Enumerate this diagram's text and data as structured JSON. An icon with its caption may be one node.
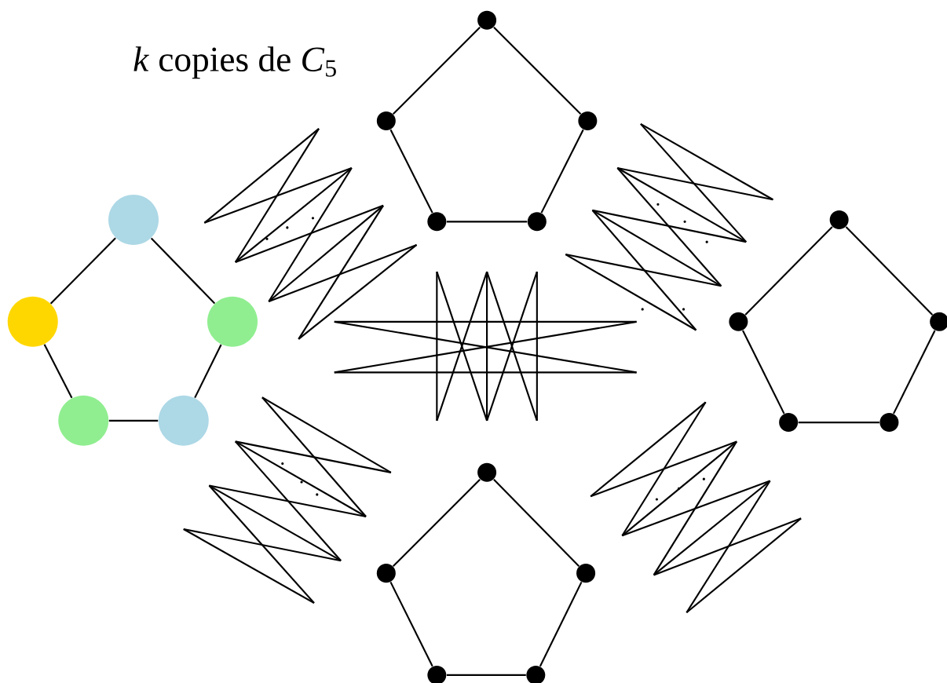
{
  "diagram": {
    "title": "*k* copies de *C*$_{5}$",
    "nodes": [
      {
        "text": [],
        "shape": "circle"
      },
      {
        "text": [],
        "shape": "circle"
      },
      {
        "text": [],
        "shape": "circle"
      },
      {
        "text": [],
        "shape": "circle"
      },
      {
        "text": [],
        "shape": "circle"
      },
      {
        "text": [],
        "shape": "circle"
      },
      {
        "text": [],
        "shape": "circle"
      },
      {
        "text": [],
        "shape": "circle"
      },
      {
        "text": [],
        "shape": "circle"
      },
      {
        "text": [],
        "shape": "circle"
      },
      {
        "text": [],
        "shape": "circle"
      },
      {
        "text": [],
        "shape": "circle"
      },
      {
        "text": [],
        "shape": "circle"
      },
      {
        "text": [],
        "shape": "circle"
      },
      {
        "text": [],
        "shape": "circle"
      },
      {
        "text": [],
        "shape": "circle"
      },
      {
        "text": [],
        "shape": "circle"
      },
      {
        "text": [],
        "shape": "circle"
      },
      {
        "text": [],
        "shape": "circle"
      },
      {
        "text": [],
        "shape": "circle"
      }
    ],
    "edges": [
      {
        "from": 0,
        "to": 1,
        "arrow": "none"
      },
      {
        "from": 1,
        "to": 2,
        "arrow": "none"
      },
      {
        "from": 2,
        "to": 3,
        "arrow": "none"
      },
      {
        "from": 3,
        "to": 4,
        "arrow": "none"
      },
      {
        "from": 4,
        "to": 0,
        "arrow": "none"
      },
      {
        "from": 5,
        "to": 6,
        "arrow": "none"
      },
      {
        "from": 6,
        "to": 7,
        "arrow": "none"
      },
      {
        "from": 7,
        "to": 8,
        "arrow": "none"
      },
      {
        "from": 8,
        "to": 9,
        "arrow": "none"
      },
      {
        "from": 9,
        "to": 5,
        "arrow": "none"
      },
      {
        "from": 10,
        "to": 11,
        "arrow": "none"
      },
      {
        "from": 11,
        "to": 12,
        "arrow": "none"
      },
      {
        "from": 12,
        "to": 13,
        "arrow": "none"
      },
      {
        "from": 13,
        "to": 14,
        "arrow": "none"
      },
      {
        "from": 14,
        "to": 10,
        "arrow": "none"
      },
      {
        "from": 15,
        "to": 16,
        "arrow": "none"
      },
      {
        "from": 16,
        "to": 17,
        "arrow": "none"
      },
      {
        "from": 17,
        "to": 18,
        "arrow": "none"
      },
      {
        "from": 18,
        "to": 19,
        "arrow": "none"
      },
      {
        "from": 19,
        "to": 15,
        "arrow": "none"
      }
    ]
  }
}
